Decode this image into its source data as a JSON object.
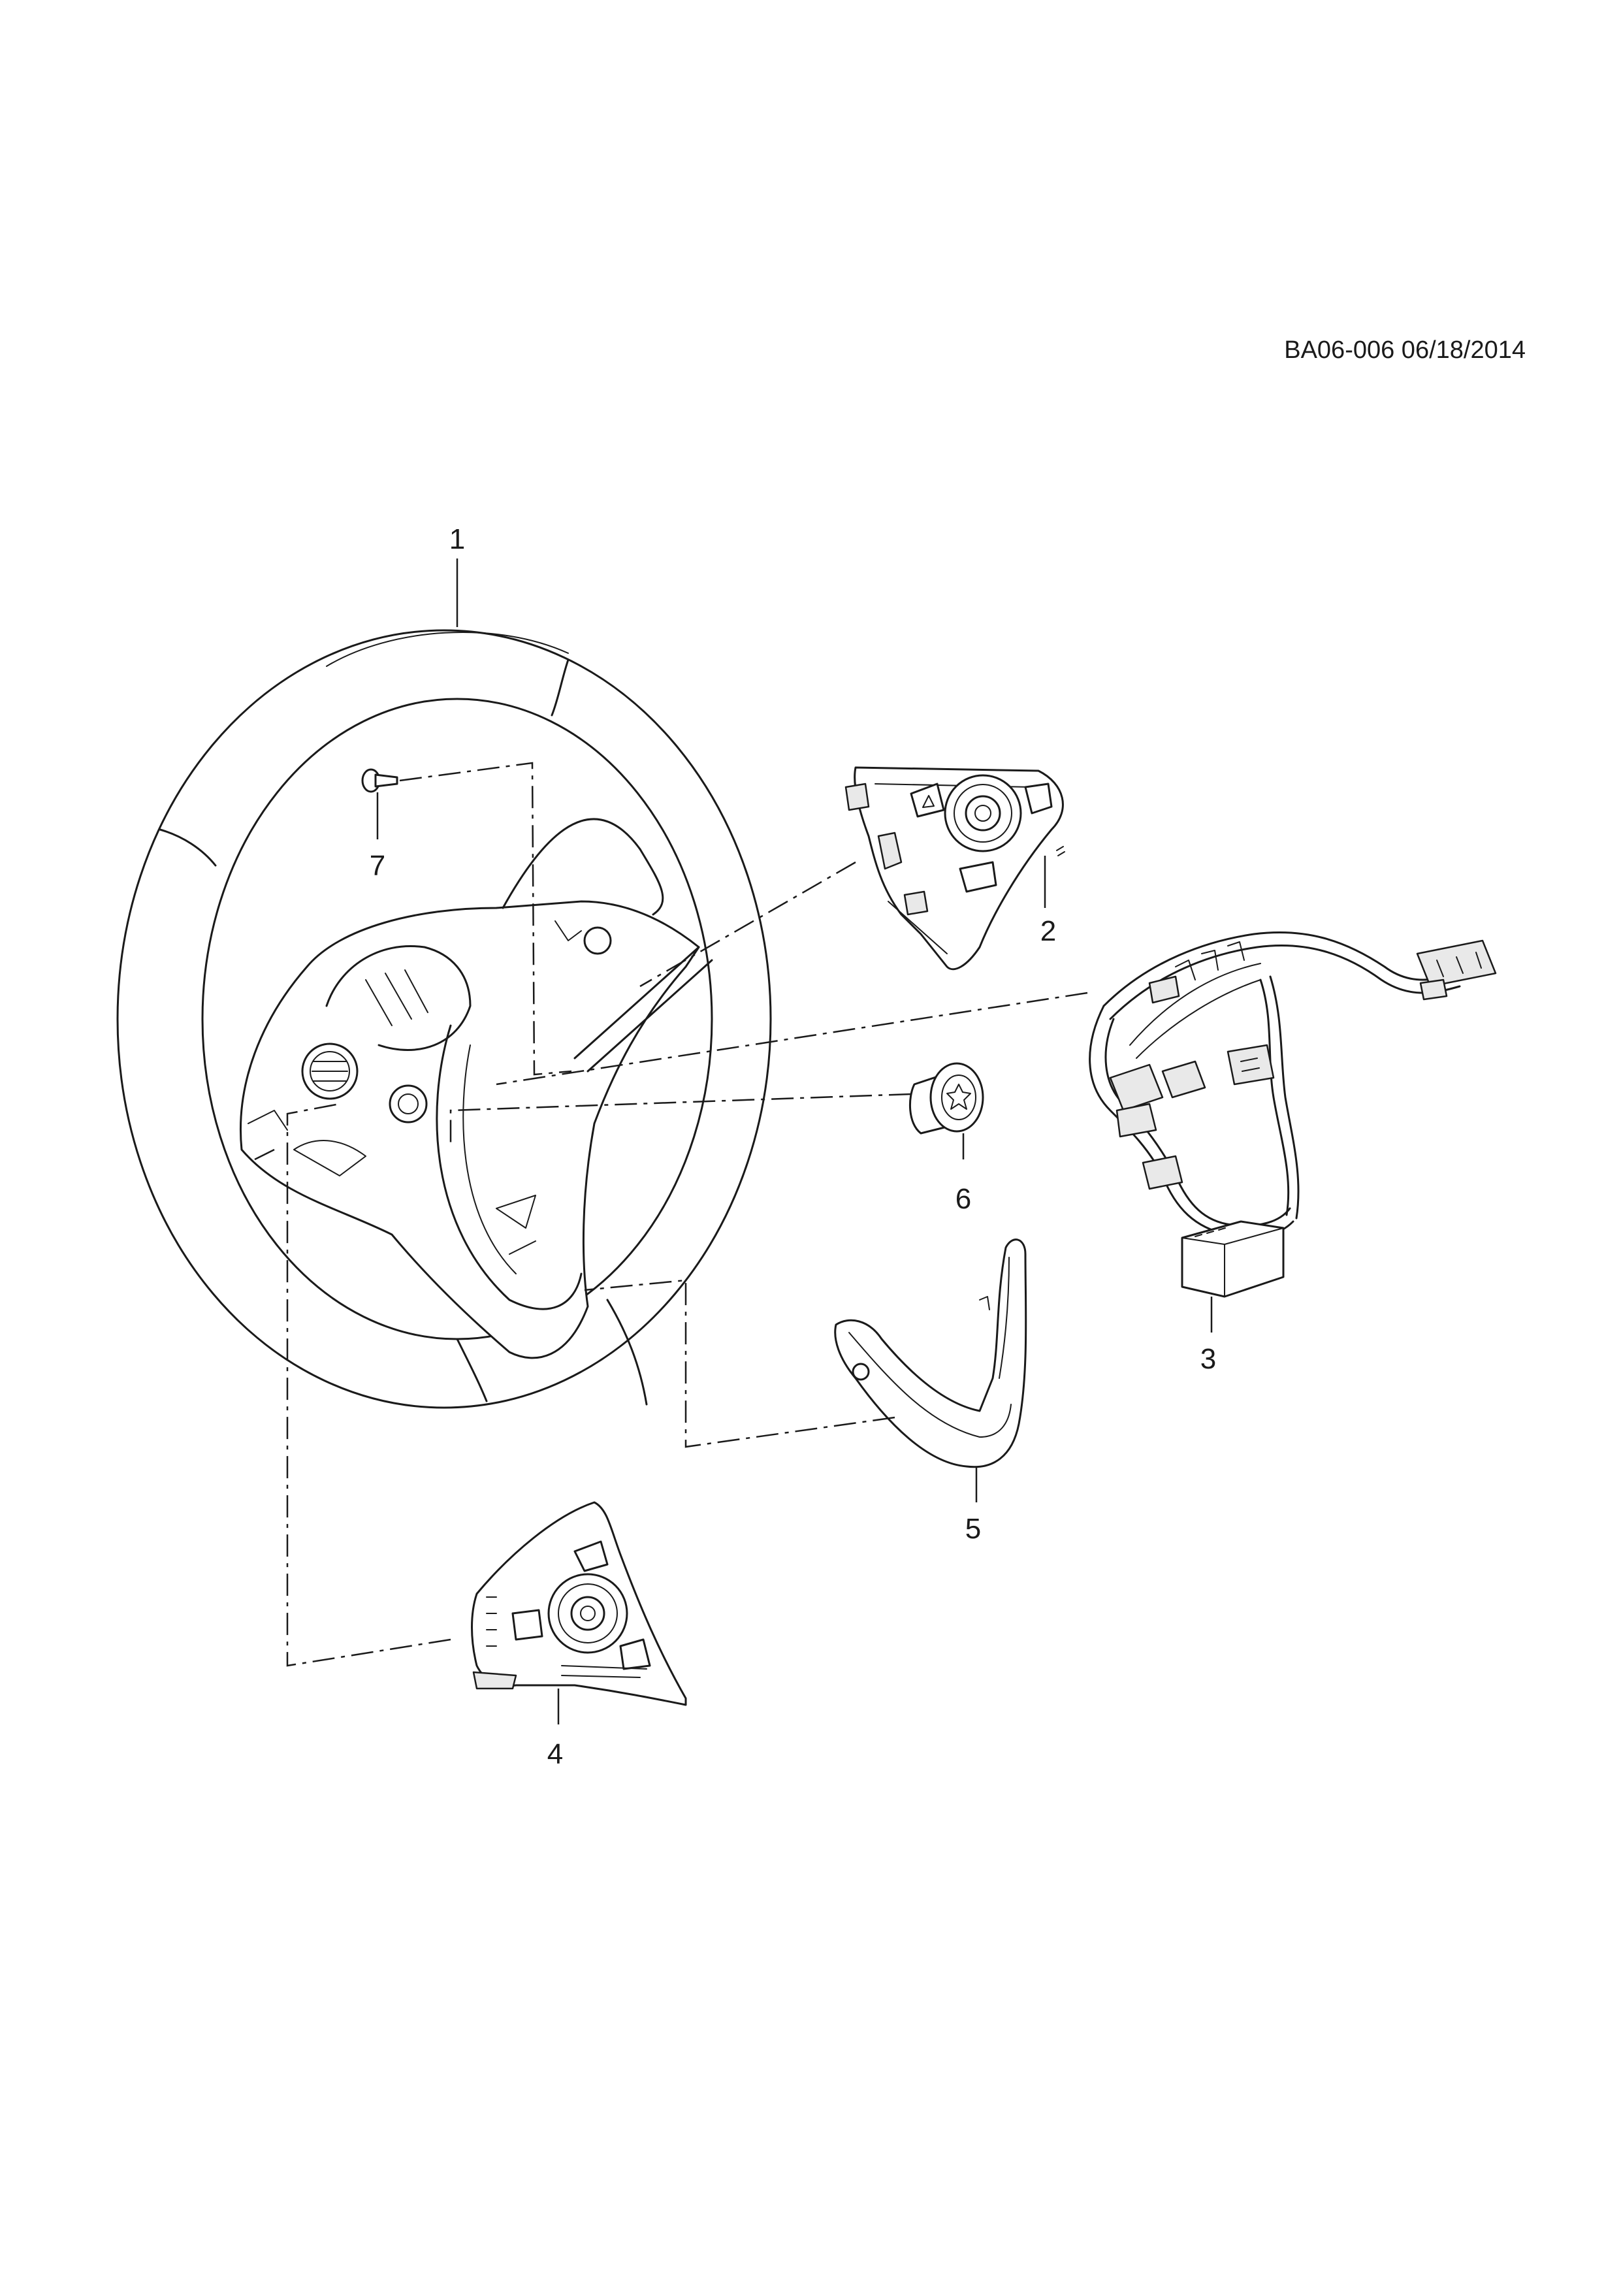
{
  "reference": "BA06-006 06/18/2014",
  "callouts": {
    "steering_wheel": "1",
    "right_switch": "2",
    "wiring_harness": "3",
    "left_switch": "4",
    "lower_trim_cover": "5",
    "screw": "6",
    "bolt": "7"
  }
}
